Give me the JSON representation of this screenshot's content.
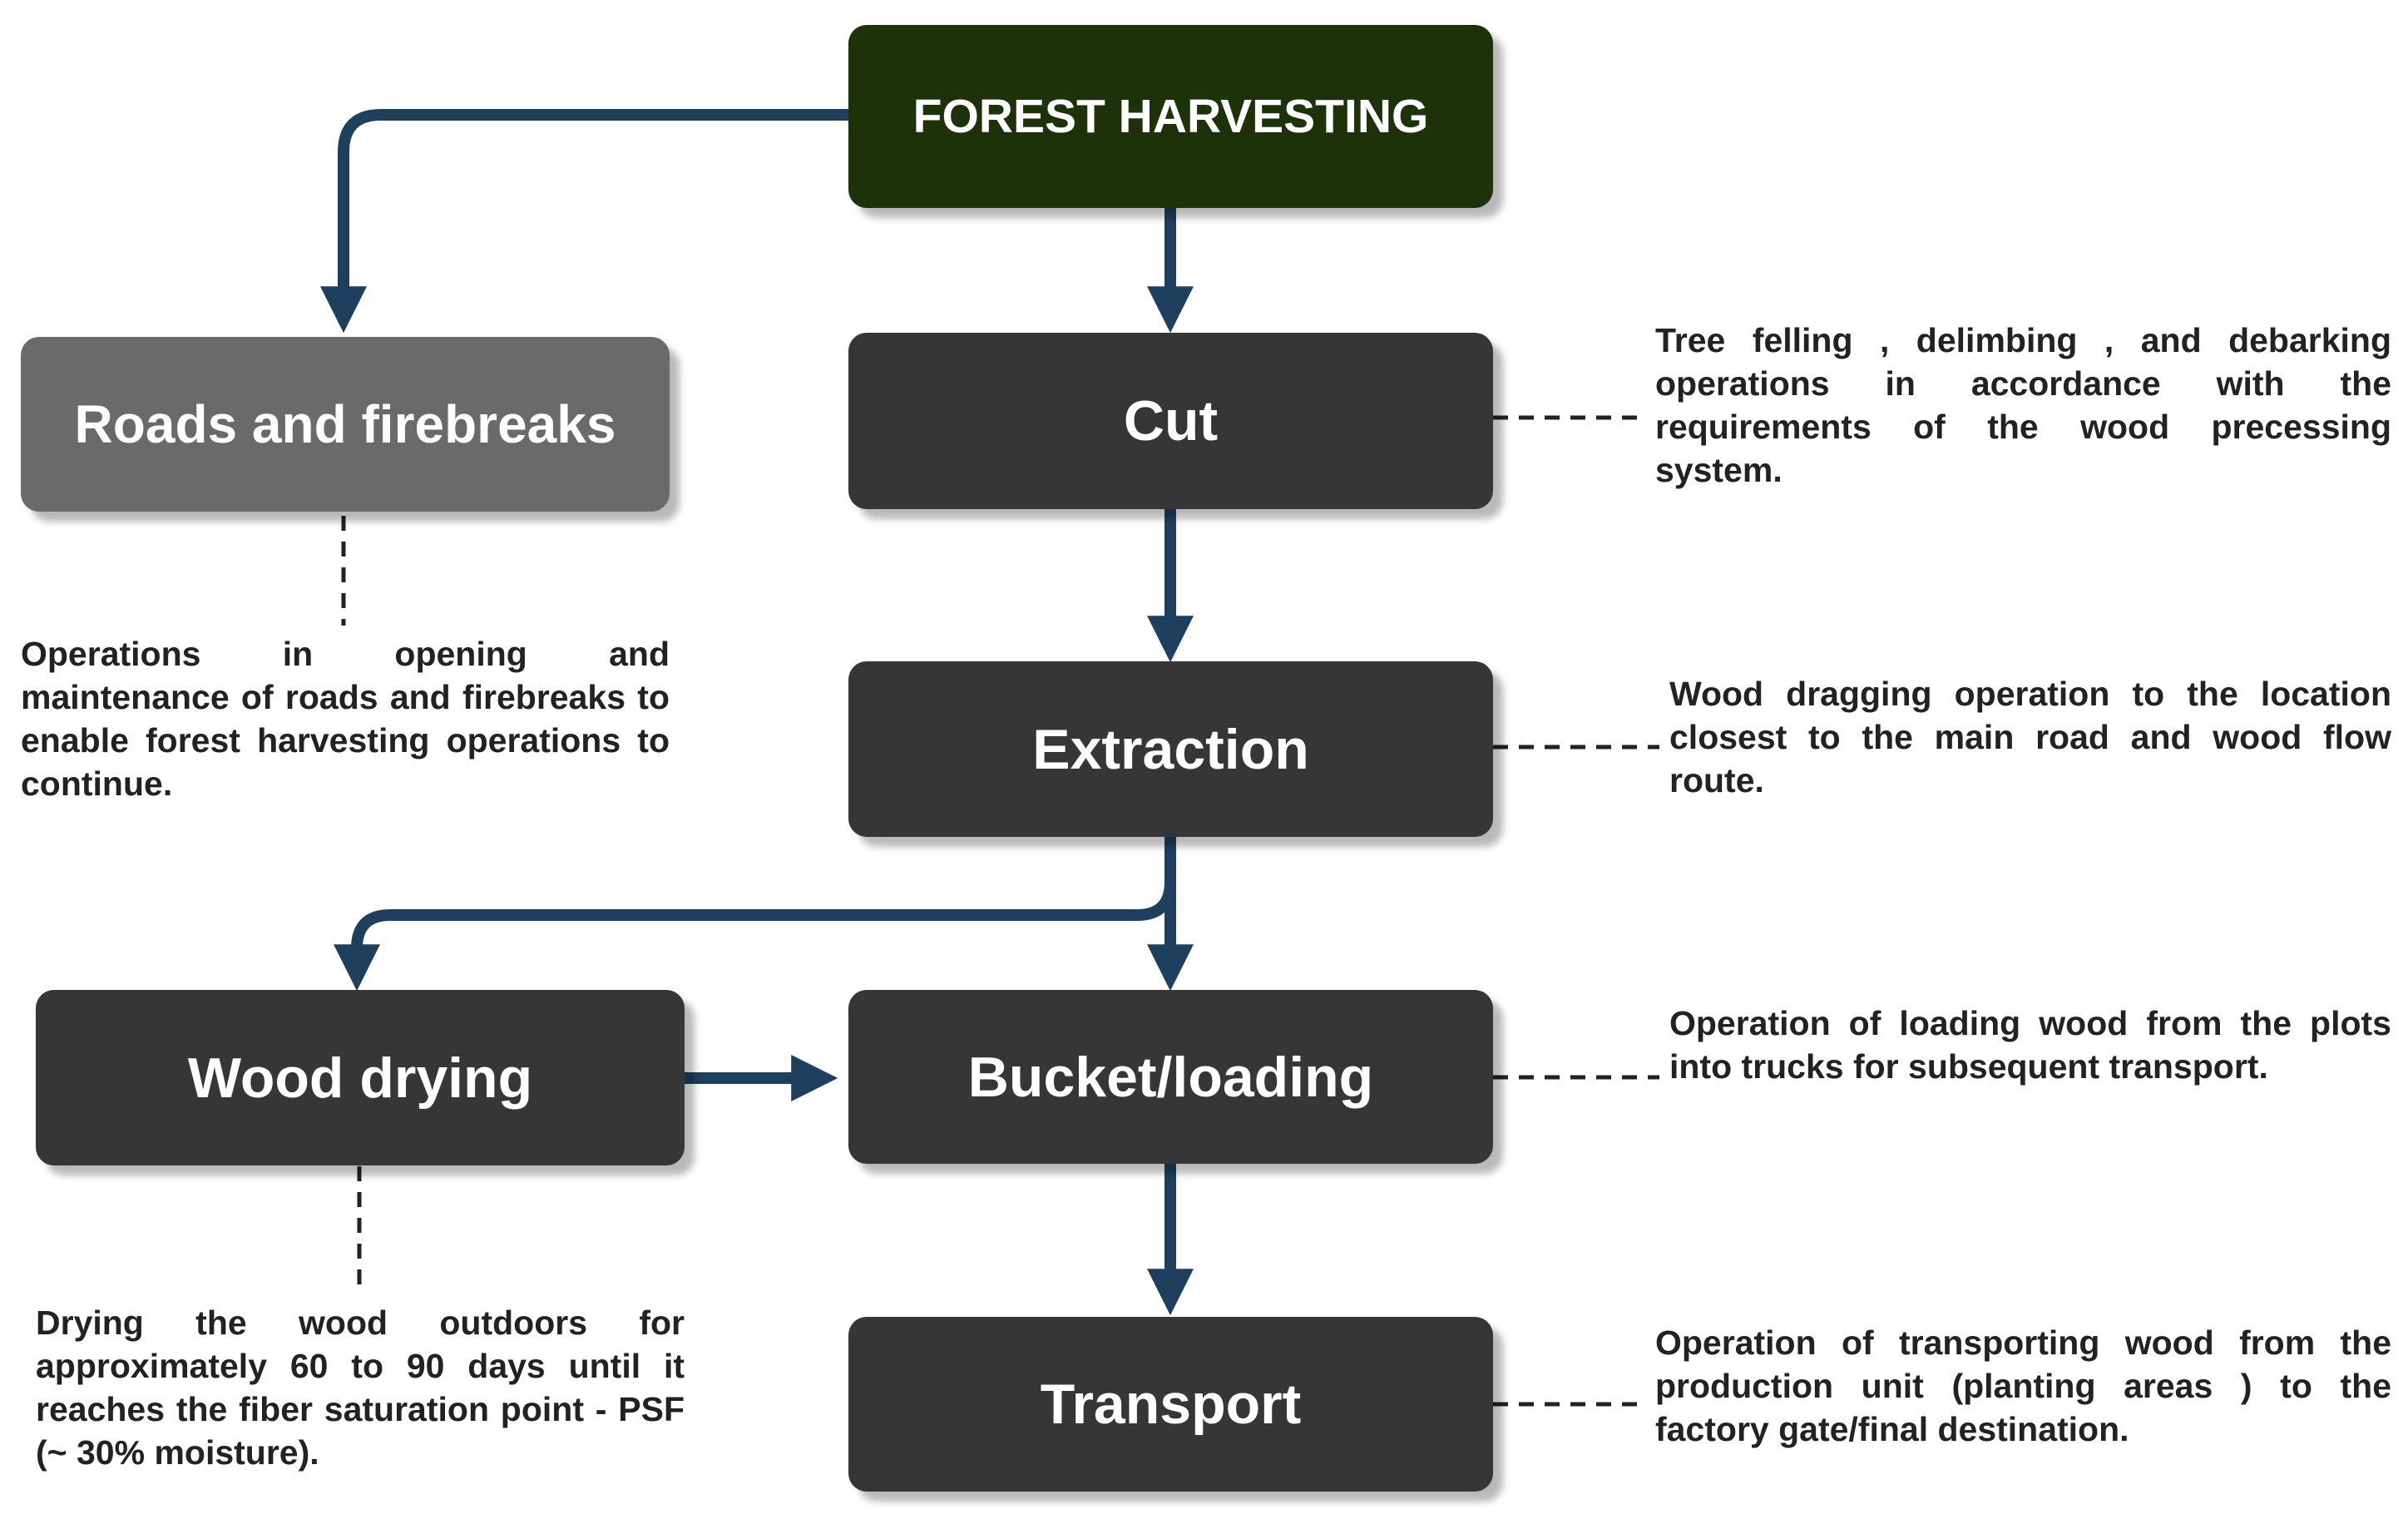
{
  "nodes": {
    "forest_harvesting": "FOREST HARVESTING",
    "roads": "Roads and firebreaks",
    "cut": "Cut",
    "extraction": "Extraction",
    "wood_drying": "Wood drying",
    "bucket_loading": "Bucket/loading",
    "transport": "Transport"
  },
  "descriptions": {
    "cut": "Tree felling , delimbing , and debarking operations in accordance with the requirements of the wood precessing system.",
    "roads": "Operations in opening and maintenance of roads and firebreaks to enable forest harvesting operations to continue.",
    "extraction": "Wood dragging operation to the location closest to the main road and wood flow route.",
    "bucket_loading": "Operation of loading wood from the plots into trucks for subsequent transport.",
    "wood_drying": "Drying the wood outdoors for approximately 60 to 90 days until it reaches the fiber saturation point - PSF (~ 30% moisture).",
    "transport": "Operation of transporting wood from the production unit (planting areas ) to the factory gate/final destination."
  },
  "colors": {
    "arrow": "#1f3f5f",
    "top_box": "#1e320a",
    "roads_box": "#6a6a6a",
    "step_box": "#363636"
  }
}
